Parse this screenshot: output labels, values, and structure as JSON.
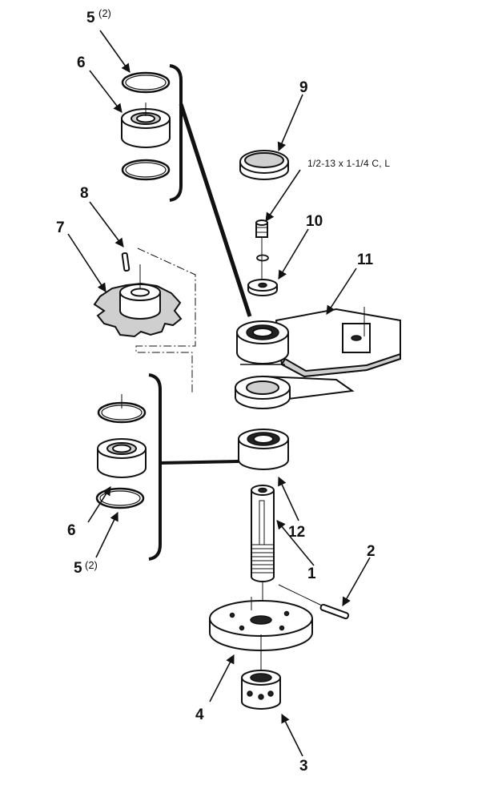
{
  "callouts": {
    "c1": "1",
    "c2": "2",
    "c3": "3",
    "c4": "4",
    "c5_top": "5",
    "c5_top_qty": "(2)",
    "c5_bottom": "5",
    "c5_bottom_qty": "(2)",
    "c6_top": "6",
    "c6_bottom": "6",
    "c7": "7",
    "c8": "8",
    "c9": "9",
    "c10": "10",
    "c11": "11",
    "c12": "12"
  },
  "hardware_spec": "1/2-13 x 1-1/4 C, L",
  "colors": {
    "ink": "#111111",
    "shade": "#cfcfcf",
    "background": "#ffffff"
  }
}
